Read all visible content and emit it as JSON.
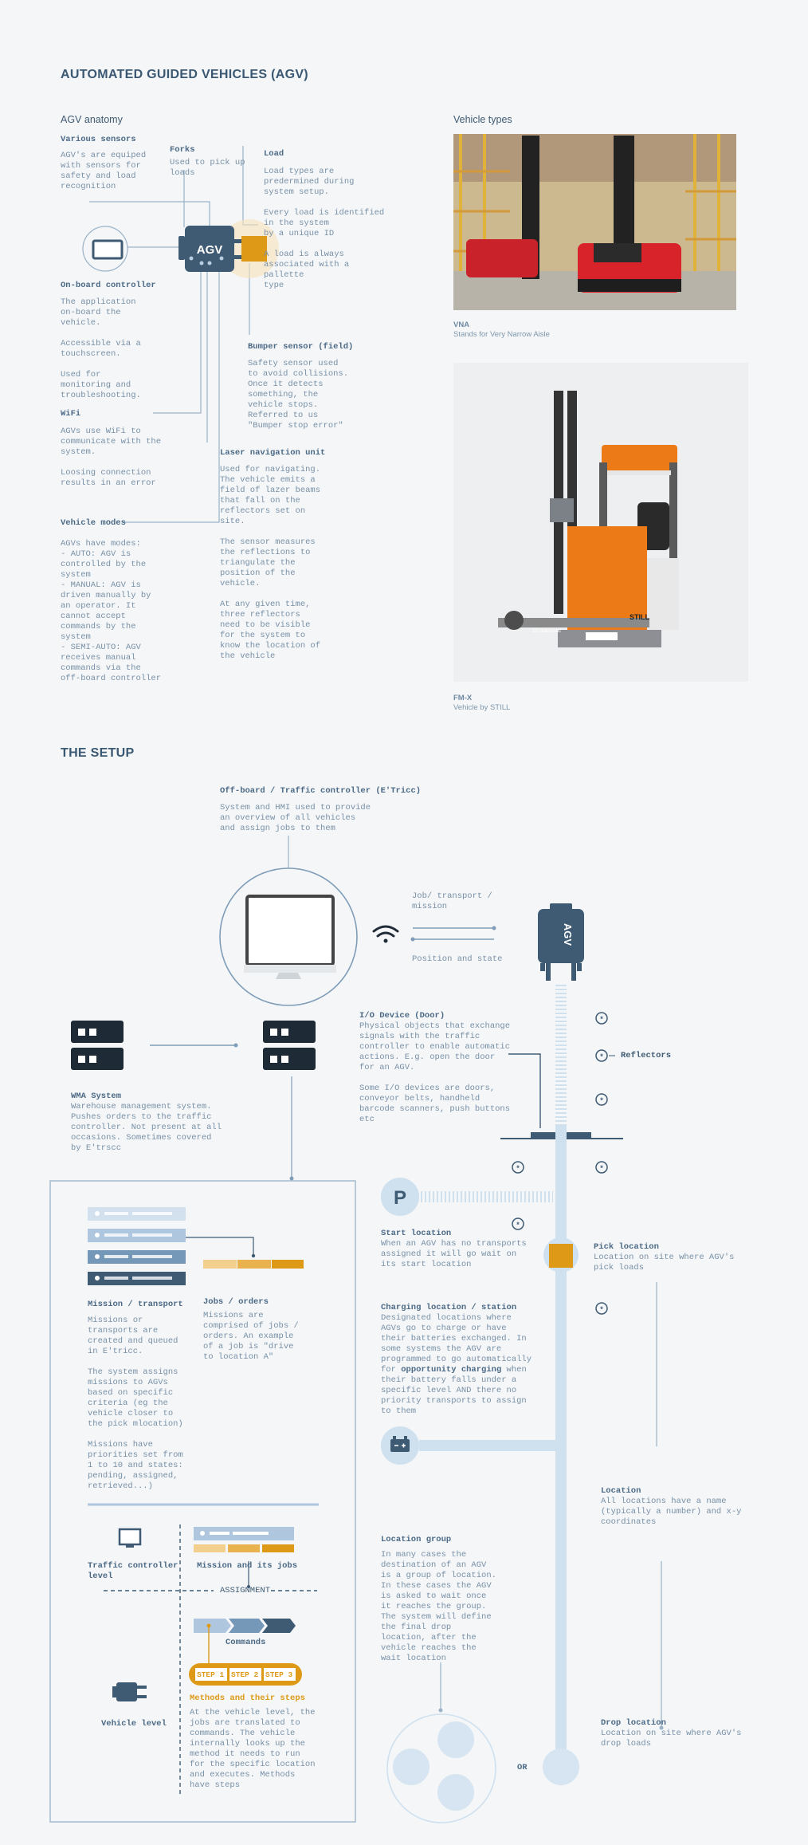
{
  "sections": {
    "agv_title": "AUTOMATED GUIDED VEHICLES (AGV)",
    "setup_title": "THE SETUP"
  },
  "anatomy": {
    "heading": "AGV anatomy",
    "agv_label": "AGV",
    "sensors_title": "Various sensors",
    "sensors_text": "AGV's are equiped\nwith sensors for\nsafety and load\nrecognition",
    "forks_title": "Forks",
    "forks_text": "Used to pick up\nloads",
    "load_title": "Load",
    "load_text": "Load types are\npredermined during\nsystem setup.\n\nEvery load is identified\nin the system\nby a unique ID\n\nA load is always\nassociated with a\npallette\ntype",
    "controller_title": "On-board controller",
    "controller_text": "The application\non-board the\nvehicle.\n\nAccessible via a\ntouchscreen.\n\nUsed for\nmonitoring and\ntroubleshooting.",
    "bumper_title": "Bumper sensor (field)",
    "bumper_text": "Safety sensor used\nto avoid collisions.\nOnce it detects\nsomething, the\nvehicle stops.\nReferred to us\n\"Bumper stop error\"",
    "wifi_title": "WiFi",
    "wifi_text": "AGVs use WiFi to\ncommunicate with the\nsystem.\n\nLoosing connection\nresults in an error",
    "laser_title": "Laser navigation unit",
    "laser_text": "Used for navigating.\nThe vehicle emits a\nfield of lazer beams\nthat fall on the\nreflectors set on\nsite.\n\nThe sensor measures\nthe reflections to\ntriangulate the\nposition of the\nvehicle.\n\nAt any given time,\nthree reflectors\nneed to be visible\nfor the system to\nknow the location of\nthe vehicle",
    "modes_title": "Vehicle modes",
    "modes_text": "AGVs have modes:\n- AUTO: AGV is\ncontrolled by the\nsystem\n- MANUAL: AGV is\ndriven manually by\nan operator. It\ncannot accept\ncommands by the\nsystem\n- SEMI-AUTO: AGV\nreceives manual\ncommands via the\noff-board controller"
  },
  "vehicle_types": {
    "heading": "Vehicle types",
    "vna_title": "VNA",
    "vna_sub": "Stands for Very Narrow Aisle",
    "fmx_title": "FM-X",
    "fmx_sub": "Vehicle by STILL",
    "fmx_brand": "STILL",
    "fmx_brand2": "ZG automatic"
  },
  "setup": {
    "offboard_title": "Off-board / Traffic controller (E'Tricc)",
    "offboard_text": "System and HMI used to provide\nan overview of all vehicles\nand assign jobs to them",
    "job_label": "Job/ transport /\nmission",
    "position_label": "Position and state",
    "agv_label": "AGV",
    "reflectors_label": "Reflectors",
    "io_title": "I/O Device (Door)",
    "io_text": "Physical objects that exchange\nsignals with the traffic\ncontroller to enable automatic\nactions. E.g. open the door\nfor an AGV.\n\nSome I/O devices are doors,\nconveyor belts, handheld\nbarcode scanners, push buttons\netc",
    "wms_title": "WMA System",
    "wms_text": "Warehouse management system.\nPushes orders to the traffic\ncontroller. Not present at all\noccasions. Sometimes covered\nby E'trscc",
    "parking_letter": "P",
    "start_title": "Start location",
    "start_text": "When an AGV has no transports\nassigned it will go wait on\nits start location",
    "pick_title": "Pick location",
    "pick_text": "Location on site where AGV's\npick loads",
    "charging_title": "Charging location / station",
    "charging_text_1": "Designated locations where\nAGVs go to charge or have\ntheir batteries exchanged. In\nsome systems the AGV are\nprogrammed to go automatically\nfor ",
    "charging_bold": "opportunity charging",
    "charging_text_2": " when\ntheir battery falls under a\nspecific level AND there no\npriority transports to assign\nto them",
    "location_title": "Location",
    "location_text": "All locations have a name\n(typically a number) and x-y\ncoordinates",
    "group_title": "Location group",
    "group_text": "In many cases the\ndestination of an AGV\nis a group of location.\nIn these cases the AGV\nis asked to wait once\nit reaches the group.\nThe system will define\nthe final drop\nlocation, after the\nvehicle reaches the\nwait location",
    "or_label": "OR",
    "drop_title": "Drop location",
    "drop_text": "Location on site where AGV's\ndrop loads"
  },
  "panel": {
    "mission_title": "Mission / transport",
    "mission_text": "Missions or\ntransports are\ncreated and queued\nin E'tricc.\n\nThe system assigns\nmissions to AGVs\nbased on specific\ncriteria (eg the\nvehicle closer to\nthe pick mlocation)\n\nMissions have\npriorities set from\n1 to 10 and states:\npending, assigned,\nretrieved...)",
    "jobs_title": "Jobs / orders",
    "jobs_text": "Missions are\ncomprised of jobs /\norders. An example\nof a job is \"drive\nto location A\"",
    "tc_level": "Traffic controller\nlevel",
    "mission_jobs": "Mission and its jobs",
    "assignment": "ASSIGNMENT",
    "commands": "Commands",
    "step1": "STEP 1",
    "step2": "STEP 2",
    "step3": "STEP 3",
    "methods_title": "Methods and their steps",
    "methods_text": "At the vehicle level, the\njobs are translated to\ncommands. The vehicle\ninternally looks up the\nmethod it needs to run\nfor the specific location\nand executes. Methods\nhave steps",
    "vehicle_level": "Vehicle level"
  },
  "colors": {
    "title": "#3a5872",
    "text": "#7890a6",
    "line": "#7f9db8",
    "dark": "#3f5b74",
    "orange": "#de9a17",
    "light_orange": "#f3cf8e",
    "light_blue": "#cfe0ef",
    "panel_border": "#9fb7cc"
  }
}
